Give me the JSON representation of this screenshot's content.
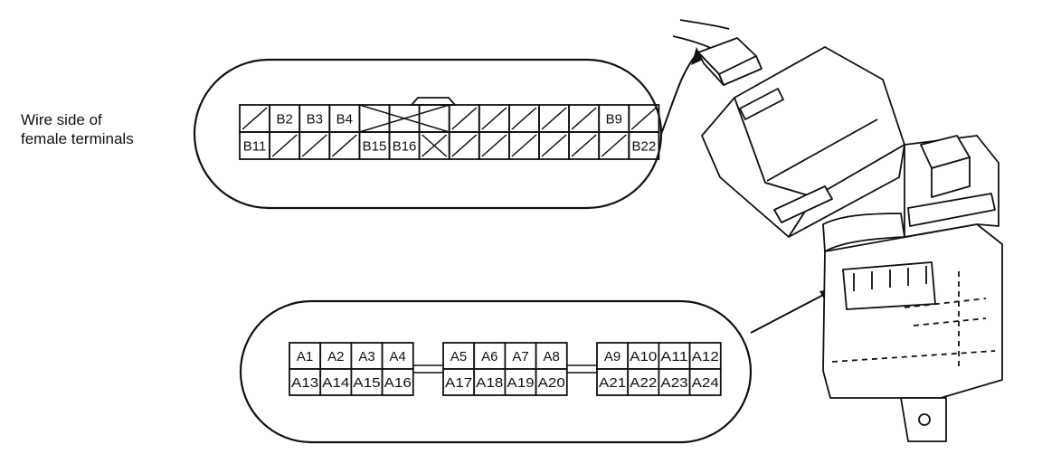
{
  "caption": {
    "line1": "Wire side of",
    "line2": "female terminals"
  },
  "connector_b": {
    "row1": [
      "",
      "B2",
      "B3",
      "B4",
      "",
      "",
      "",
      "",
      "",
      "",
      "",
      "",
      "B9",
      ""
    ],
    "row2": [
      "B11",
      "",
      "",
      "",
      "B15",
      "B16",
      "",
      "",
      "",
      "",
      "",
      "",
      "",
      "B22"
    ],
    "row1_crossed_block": [
      4,
      5,
      6
    ],
    "row1_slashed": [
      0,
      7,
      8,
      9,
      10,
      11,
      13
    ],
    "row2_slashed": [
      1,
      2,
      3,
      7,
      8,
      9,
      10,
      11,
      12
    ],
    "row2_crossed": [
      6
    ]
  },
  "connector_a": {
    "groups": [
      {
        "top": [
          "A1",
          "A2",
          "A3",
          "A4"
        ],
        "bottom": [
          "A13",
          "A14",
          "A15",
          "A16"
        ]
      },
      {
        "top": [
          "A5",
          "A6",
          "A7",
          "A8"
        ],
        "bottom": [
          "A17",
          "A18",
          "A19",
          "A20"
        ]
      },
      {
        "top": [
          "A9",
          "A10",
          "A11",
          "A12"
        ],
        "bottom": [
          "A21",
          "A22",
          "A23",
          "A24"
        ]
      }
    ]
  }
}
